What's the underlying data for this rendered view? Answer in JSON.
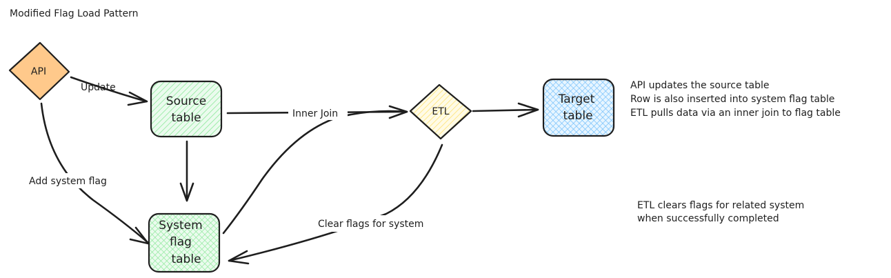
{
  "title": "Modified Flag Load Pattern",
  "nodes": {
    "api": {
      "label": "API",
      "fill": "#ffc98b"
    },
    "source": {
      "line1": "Source",
      "line2": "table",
      "fill": "#b2f2bb"
    },
    "system": {
      "line1": "System",
      "line2": "flag",
      "line3": "table",
      "fill": "#b2f2bb"
    },
    "etl": {
      "label": "ETL",
      "fill": "#fff3bf"
    },
    "target": {
      "line1": "Target",
      "line2": "table",
      "fill": "#a5d8ff"
    }
  },
  "edges": {
    "update": "Update",
    "add_flag": "Add system flag",
    "inner_join": "Inner Join",
    "clear_flags": "Clear flags for system"
  },
  "notes": {
    "top": [
      "API updates the source table",
      "Row is also inserted into system flag table",
      "ETL pulls data via an inner join to flag table"
    ],
    "bottom": [
      "ETL clears flags for related system",
      "when successfully completed"
    ]
  },
  "colors": {
    "stroke": "#1e1e1e"
  }
}
